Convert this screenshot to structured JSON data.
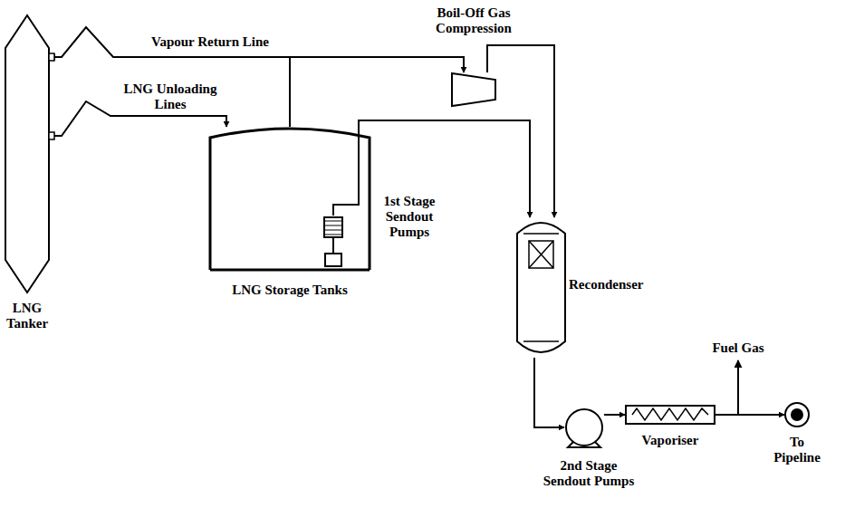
{
  "diagram": {
    "nodes": [
      {
        "text": [
          "LNG Tanker"
        ]
      },
      {
        "text": [
          "Boil-Off Gas Compression"
        ]
      },
      {
        "text": [
          "LNG Storage Tanks"
        ]
      },
      {
        "text": [
          "1st Stage Sendout Pumps"
        ]
      },
      {
        "text": [
          "Recondenser"
        ]
      },
      {
        "text": [
          "2nd Stage Sendout Pumps"
        ]
      },
      {
        "text": [
          "Vaporiser"
        ]
      },
      {
        "text": [
          "To Pipeline"
        ]
      }
    ],
    "edges": [
      {
        "from": 0,
        "to": 2,
        "label": "LNG Unloading Lines",
        "arrow": "to"
      },
      {
        "from": 2,
        "to": 0,
        "label": "Vapour Return Line",
        "arrow": "to"
      },
      {
        "from": 2,
        "to": 1,
        "arrow": "to"
      },
      {
        "from": 1,
        "to": 4,
        "arrow": "to"
      },
      {
        "from": 3,
        "to": 4,
        "arrow": "to"
      },
      {
        "from": 4,
        "to": 5,
        "arrow": "to"
      },
      {
        "from": 5,
        "to": 6,
        "arrow": "to"
      },
      {
        "from": 6,
        "to": 7,
        "arrow": "to"
      }
    ],
    "labels": [
      "Fuel Gas"
    ]
  }
}
